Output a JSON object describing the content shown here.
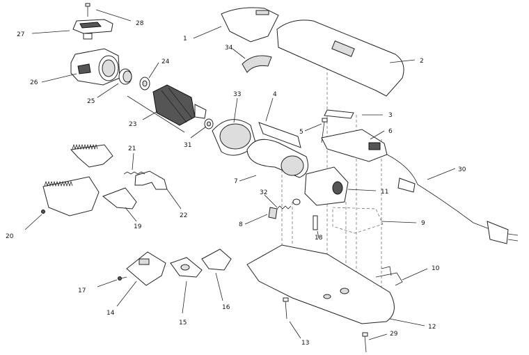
{
  "diagram": {
    "part_numbers": [
      "1",
      "2",
      "3",
      "4",
      "5",
      "6",
      "7",
      "8",
      "9",
      "10",
      "11",
      "12",
      "13",
      "14",
      "15",
      "16",
      "17",
      "18",
      "19",
      "20",
      "21",
      "22",
      "23",
      "24",
      "25",
      "26",
      "27",
      "28",
      "29",
      "30",
      "31",
      "32",
      "33",
      "34"
    ]
  }
}
